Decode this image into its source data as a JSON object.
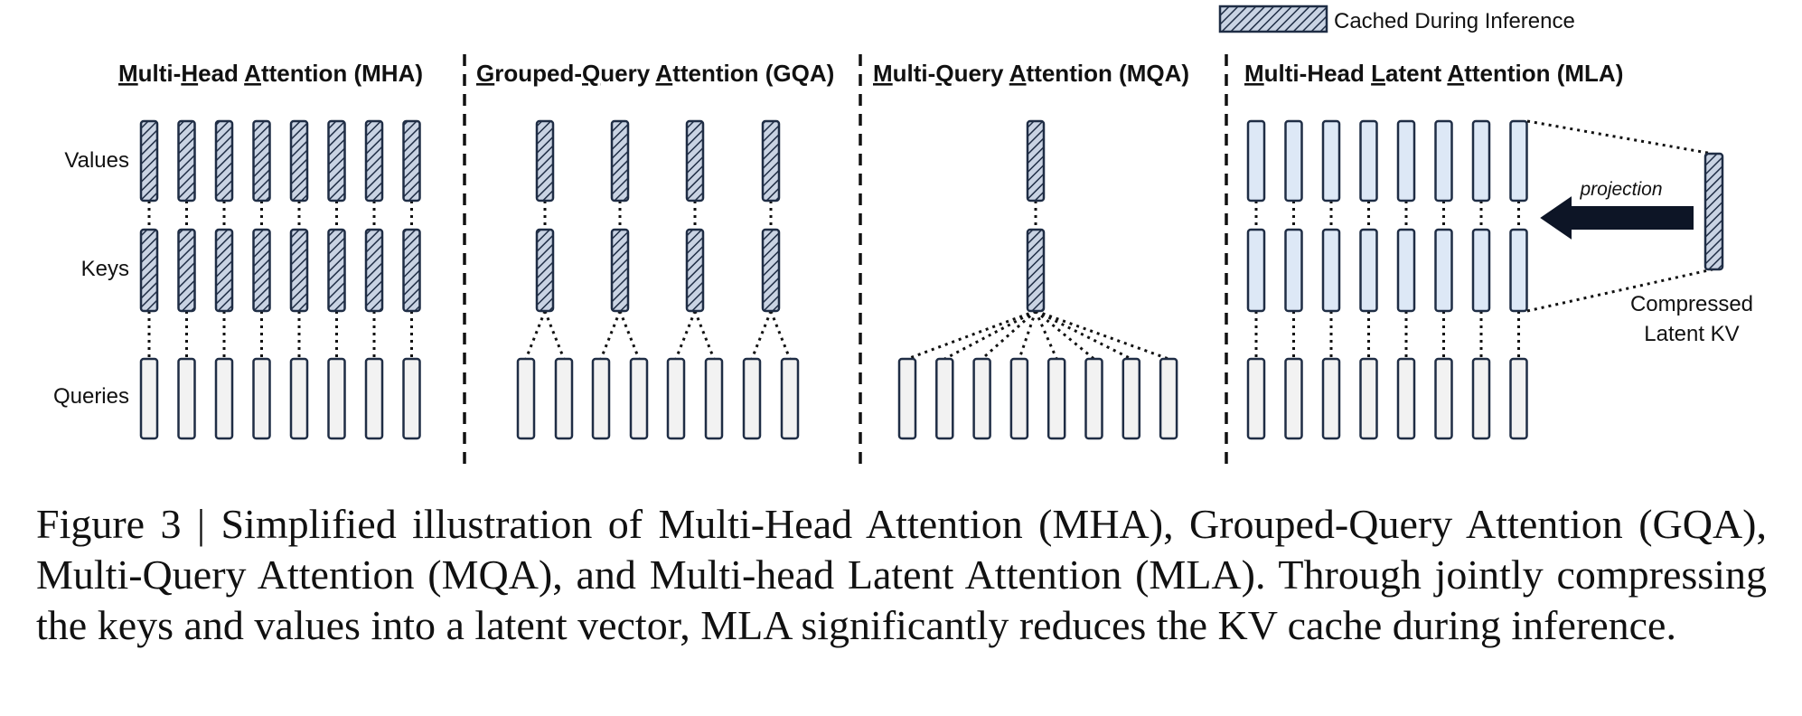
{
  "legend": {
    "label": "Cached During Inference"
  },
  "rows": {
    "values": "Values",
    "keys": "Keys",
    "queries": "Queries"
  },
  "sections": [
    {
      "title": "Multi-Head Attention (MHA)",
      "underline": [
        "M",
        "H",
        "A"
      ]
    },
    {
      "title": "Grouped-Query Attention (GQA)",
      "underline": [
        "G",
        "Q",
        "A"
      ]
    },
    {
      "title": "Multi-Query Attention (MQA)",
      "underline": [
        "M",
        "Q",
        "A"
      ]
    },
    {
      "title": "Multi-Head Latent Attention (MLA)",
      "underline": [
        "M",
        "L",
        "A"
      ]
    }
  ],
  "mla": {
    "projection_label": "projection",
    "latent_label": [
      "Compressed",
      "Latent KV"
    ]
  },
  "caption": "Figure 3 | Simplified illustration of Multi-Head Attention (MHA), Grouped-Query Attention (GQA), Multi-Query Attention (MQA), and Multi-head Latent Attention (MLA). Through jointly compressing the keys and values into a latent vector, MLA significantly reduces the KV cache during inference.",
  "colors": {
    "outline": "#1f2d45",
    "hatch_bg": "#c9d3e3",
    "query_fill": "#f2f2f2",
    "mla_kv_fill": "#dde8f6",
    "latent_fill": "#a9bfdc"
  }
}
